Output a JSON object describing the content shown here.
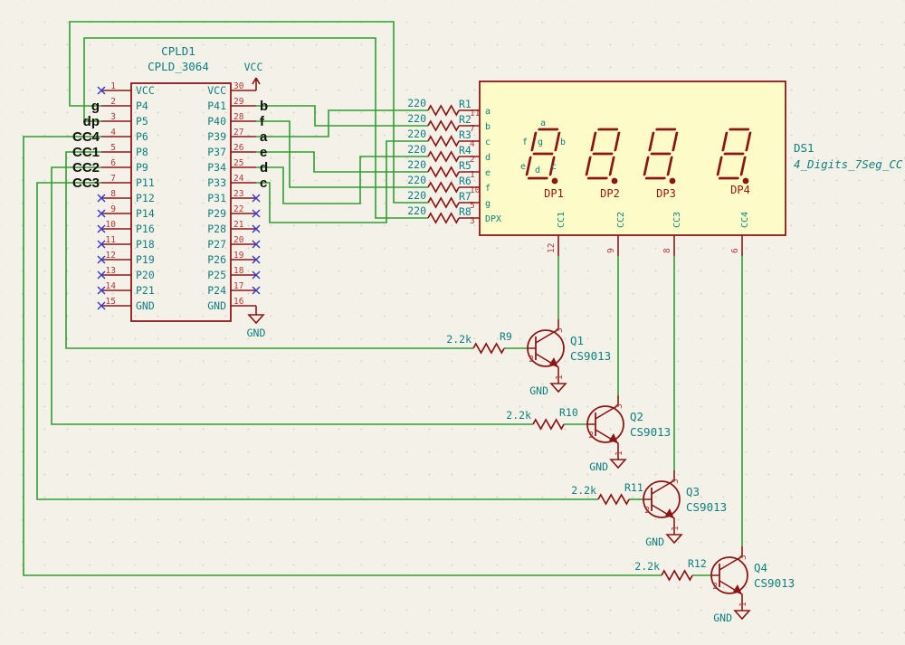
{
  "colors": {
    "wire": "#2f9e2f",
    "symbol_outline": "#8c1616",
    "pin_number": "#b03a3a",
    "text": "#0d7f7f",
    "net_label": "#111111",
    "no_connect": "#3a3acc",
    "display_fill": "#fdfcc9",
    "background": "#f4f1e8"
  },
  "power": {
    "vcc": "VCC",
    "gnd": "GND"
  },
  "cpld": {
    "ref": "CPLD1",
    "value": "CPLD_3064",
    "left_pins": [
      {
        "num": "1",
        "name": "VCC"
      },
      {
        "num": "2",
        "name": "P4",
        "label": "g"
      },
      {
        "num": "3",
        "name": "P5",
        "label": "dp"
      },
      {
        "num": "4",
        "name": "P6",
        "label": "CC4"
      },
      {
        "num": "5",
        "name": "P8",
        "label": "CC1"
      },
      {
        "num": "6",
        "name": "P9",
        "label": "CC2"
      },
      {
        "num": "7",
        "name": "P11",
        "label": "CC3"
      },
      {
        "num": "8",
        "name": "P12"
      },
      {
        "num": "9",
        "name": "P14"
      },
      {
        "num": "10",
        "name": "P16"
      },
      {
        "num": "11",
        "name": "P18"
      },
      {
        "num": "12",
        "name": "P19"
      },
      {
        "num": "13",
        "name": "P20"
      },
      {
        "num": "14",
        "name": "P21"
      },
      {
        "num": "15",
        "name": "GND"
      }
    ],
    "right_pins": [
      {
        "num": "30",
        "name": "VCC"
      },
      {
        "num": "29",
        "name": "P41",
        "label": "b"
      },
      {
        "num": "28",
        "name": "P40",
        "label": "f"
      },
      {
        "num": "27",
        "name": "P39",
        "label": "a"
      },
      {
        "num": "26",
        "name": "P37",
        "label": "e"
      },
      {
        "num": "25",
        "name": "P34",
        "label": "d"
      },
      {
        "num": "24",
        "name": "P33",
        "label": "c"
      },
      {
        "num": "23",
        "name": "P31"
      },
      {
        "num": "22",
        "name": "P29"
      },
      {
        "num": "21",
        "name": "P28"
      },
      {
        "num": "20",
        "name": "P27"
      },
      {
        "num": "19",
        "name": "P26"
      },
      {
        "num": "18",
        "name": "P25"
      },
      {
        "num": "17",
        "name": "P24"
      },
      {
        "num": "16",
        "name": "GND"
      }
    ]
  },
  "seg_resistors": [
    {
      "ref": "R1",
      "value": "220",
      "pin": "11",
      "seg": "a"
    },
    {
      "ref": "R2",
      "value": "220",
      "pin": "7",
      "seg": "b"
    },
    {
      "ref": "R3",
      "value": "220",
      "pin": "4",
      "seg": "c"
    },
    {
      "ref": "R4",
      "value": "220",
      "pin": "2",
      "seg": "d"
    },
    {
      "ref": "R5",
      "value": "220",
      "pin": "1",
      "seg": "e"
    },
    {
      "ref": "R6",
      "value": "220",
      "pin": "10",
      "seg": "f"
    },
    {
      "ref": "R7",
      "value": "220",
      "pin": "5",
      "seg": "g"
    },
    {
      "ref": "R8",
      "value": "220",
      "pin": "3",
      "seg": "DPX"
    }
  ],
  "display": {
    "ref": "DS1",
    "value": "4_Digits_7Seg_CC",
    "dp_labels": [
      "DP1",
      "DP2",
      "DP3",
      "DP4"
    ],
    "cc_labels": [
      "CC1",
      "CC2",
      "CC3",
      "CC4"
    ],
    "cc_pins": [
      "12",
      "9",
      "8",
      "6"
    ],
    "seg_tags": {
      "a": "a",
      "f": "f",
      "g": "g",
      "b": "b",
      "e": "e",
      "d": "d",
      "c": "c"
    }
  },
  "drivers": [
    {
      "r_ref": "R9",
      "r_value": "2.2k",
      "q_ref": "Q1",
      "q_value": "CS9013",
      "pin_c": "3",
      "pin_b": "2",
      "pin_e": "1"
    },
    {
      "r_ref": "R10",
      "r_value": "2.2k",
      "q_ref": "Q2",
      "q_value": "CS9013",
      "pin_c": "3",
      "pin_b": "2",
      "pin_e": "1"
    },
    {
      "r_ref": "R11",
      "r_value": "2.2k",
      "q_ref": "Q3",
      "q_value": "CS9013",
      "pin_c": "3",
      "pin_b": "2",
      "pin_e": "1"
    },
    {
      "r_ref": "R12",
      "r_value": "2.2k",
      "q_ref": "Q4",
      "q_value": "CS9013",
      "pin_c": "3",
      "pin_b": "2",
      "pin_e": "1"
    }
  ]
}
